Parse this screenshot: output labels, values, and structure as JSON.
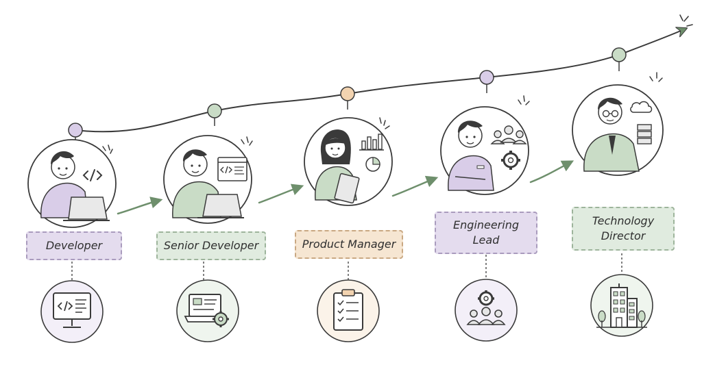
{
  "roles": [
    {
      "label": "Developer",
      "color": "#e4dcee",
      "profile_icon": "laptop-code-icon",
      "badge_icon": "monitor-code-icon"
    },
    {
      "label": "Senior Developer",
      "color": "#e0ebdf",
      "profile_icon": "code-window-icon",
      "badge_icon": "laptop-gear-icon"
    },
    {
      "label": "Product Manager",
      "color": "#f6e6d2",
      "profile_icon": "bar-chart-icon",
      "badge_icon": "clipboard-checklist-icon"
    },
    {
      "label": "Engineering Lead",
      "color": "#e4dcee",
      "profile_icon": "team-gear-icon",
      "badge_icon": "gear-team-icon"
    },
    {
      "label": "Technology Director",
      "color": "#e0ebdf",
      "profile_icon": "cloud-server-icon",
      "badge_icon": "office-building-icon"
    }
  ],
  "colors": {
    "purple": "#d9cde8",
    "green": "#c9dcc6",
    "orange": "#f2d3b0",
    "line": "#3a3a3a",
    "arrow": "#6e8f6c"
  }
}
